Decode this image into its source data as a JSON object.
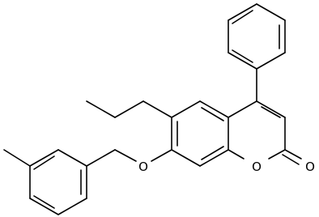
{
  "molecule": {
    "atoms": {
      "ring_oxygen": "O",
      "carbonyl_oxygen": "O",
      "ether_oxygen": "O"
    },
    "colors": {
      "bond": "#000000",
      "label": "#000000",
      "background": "#ffffff"
    }
  }
}
